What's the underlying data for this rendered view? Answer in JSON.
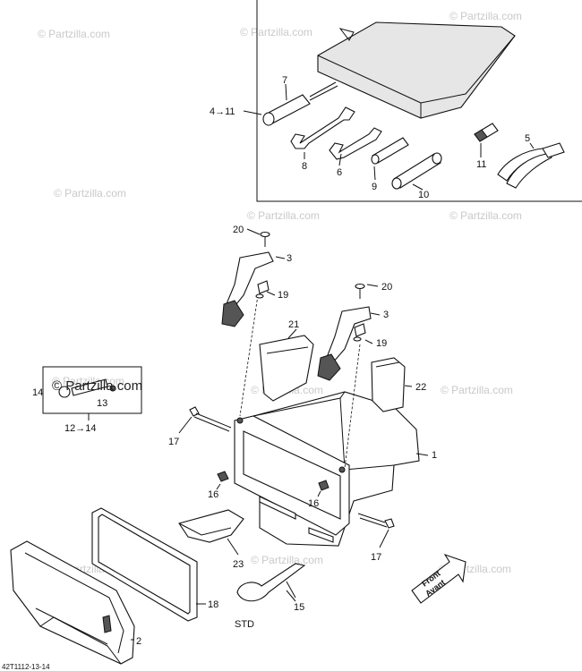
{
  "watermark": "© Partzilla.com",
  "watermark_large": "© Partzilla.com",
  "callouts": {
    "c1": "1",
    "c2": "2",
    "c3a": "3",
    "c3b": "3",
    "c4_11": "4→11",
    "c5": "5",
    "c6": "6",
    "c7": "7",
    "c8": "8",
    "c9": "9",
    "c10": "10",
    "c11": "11",
    "c12_14": "12→14",
    "c13": "13",
    "c14": "14",
    "c15": "15",
    "c16a": "16",
    "c16b": "16",
    "c17a": "17",
    "c17b": "17",
    "c18": "18",
    "c19a": "19",
    "c19b": "19",
    "c20a": "20",
    "c20b": "20",
    "c21": "21",
    "c22": "22",
    "c23": "23"
  },
  "std_label": "STD",
  "front_arrow": {
    "line1": "Front",
    "line2": "Avant"
  },
  "figure_code": "42T1112-13-14"
}
